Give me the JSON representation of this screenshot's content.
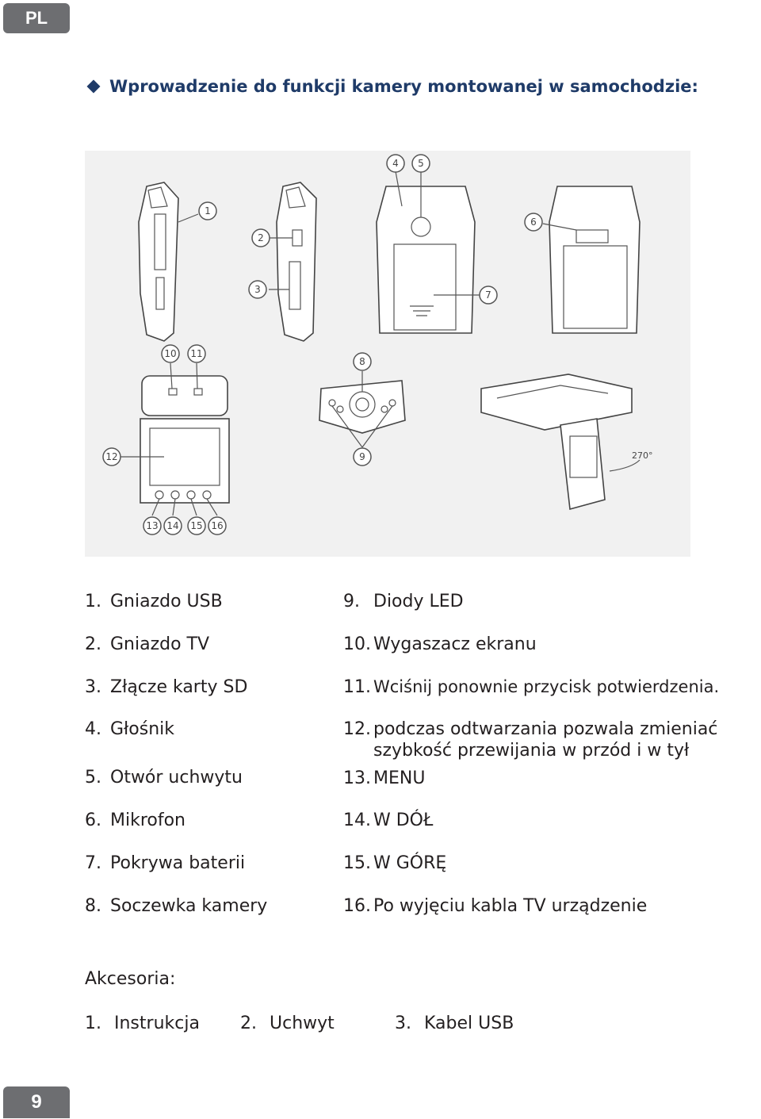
{
  "lang_tab": "PL",
  "heading": "Wprowadzenie do funkcji kamery montowanej w samochodzie:",
  "figure": {
    "callouts": [
      "1",
      "2",
      "3",
      "4",
      "5",
      "6",
      "7",
      "8",
      "9",
      "10",
      "11",
      "12",
      "13",
      "14",
      "15",
      "16"
    ],
    "rotation_label": "270°"
  },
  "parts_left": [
    {
      "num": "1.",
      "text": "Gniazdo USB"
    },
    {
      "num": "2.",
      "text": "Gniazdo TV"
    },
    {
      "num": "3.",
      "text": "Złącze karty SD"
    },
    {
      "num": "4.",
      "text": "Głośnik"
    },
    {
      "num": "5.",
      "text": "Otwór uchwytu"
    },
    {
      "num": "6.",
      "text": "Mikrofon"
    },
    {
      "num": "7.",
      "text": "Pokrywa baterii"
    },
    {
      "num": "8.",
      "text": "Soczewka kamery"
    }
  ],
  "parts_right": [
    {
      "num": "9.",
      "text": "Diody LED"
    },
    {
      "num": "10.",
      "text": "Wygaszacz ekranu"
    },
    {
      "num": "11.",
      "text": "Wciśnij ponownie przycisk potwierdzenia."
    },
    {
      "num": "12.",
      "line1": "podczas odtwarzania pozwala zmieniać",
      "line2": "szybkość przewijania w przód i w tył"
    },
    {
      "num": "13.",
      "text": "MENU"
    },
    {
      "num": "14.",
      "text": "W DÓŁ"
    },
    {
      "num": "15.",
      "text": "W GÓRĘ"
    },
    {
      "num": "16.",
      "text": "Po wyjęciu kabla TV urządzenie"
    }
  ],
  "accessories": {
    "title": "Akcesoria:",
    "items": [
      {
        "num": "1.",
        "text": "Instrukcja"
      },
      {
        "num": "2.",
        "text": "Uchwyt"
      },
      {
        "num": "3.",
        "text": "Kabel USB"
      }
    ]
  },
  "page_number": "9"
}
